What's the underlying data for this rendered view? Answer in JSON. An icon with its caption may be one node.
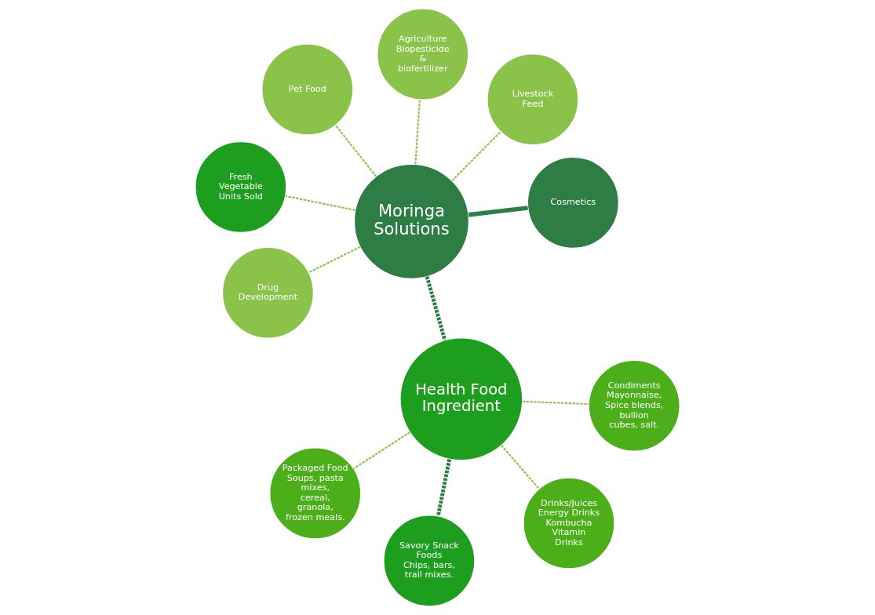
{
  "diagram": {
    "nodes": [
      {
        "text": [
          "Moringa Solutions"
        ]
      },
      {
        "text": [
          "Cosmetics"
        ]
      },
      {
        "text": [
          "Drug Development"
        ]
      },
      {
        "text": [
          "Pet Food"
        ]
      },
      {
        "text": [
          "Livestock Feed"
        ]
      },
      {
        "text": [
          "Agriculture",
          "Biopesticide & biofertilizer"
        ]
      },
      {
        "text": [
          "Fresh Vegetable",
          "Units Sold"
        ]
      },
      {
        "text": [
          "Health Food Ingredient"
        ]
      },
      {
        "text": [
          "Savory Snack Foods",
          "Chips, bars, trail mixes."
        ]
      },
      {
        "text": [
          "Condiments",
          "Mayonnaise, Spice blends, bullion cubes, salt."
        ]
      },
      {
        "text": [
          "Drinks/Juices",
          "Energy Drinks",
          "Kombucha",
          "Vitamin Drinks"
        ]
      },
      {
        "text": [
          "Packaged Food",
          "Soups, pasta mixes, cereal, granola, frozen meals."
        ]
      }
    ],
    "edges": [
      {
        "from": 0,
        "to": 1,
        "arrow": "none",
        "style": "thick",
        "color": "#2e7d45"
      },
      {
        "from": 0,
        "to": 2,
        "arrow": "none",
        "style": "dashed"
      },
      {
        "from": 0,
        "to": 3,
        "arrow": "none",
        "style": "dashed"
      },
      {
        "from": 0,
        "to": 4,
        "arrow": "none",
        "style": "dashed"
      },
      {
        "from": 0,
        "to": 5,
        "arrow": "none",
        "style": "dashed"
      },
      {
        "from": 0,
        "to": 6,
        "arrow": "none",
        "style": "dashed"
      },
      {
        "from": 0,
        "to": 7,
        "arrow": "none",
        "style": "dashed",
        "color": "#2e7d45"
      },
      {
        "from": 7,
        "to": 8,
        "arrow": "none",
        "style": "dashed",
        "color": "#2e7d45"
      },
      {
        "from": 7,
        "to": 9,
        "arrow": "none",
        "style": "dashed"
      },
      {
        "from": 7,
        "to": 10,
        "arrow": "none",
        "style": "dashed"
      },
      {
        "from": 7,
        "to": 11,
        "arrow": "none",
        "style": "dashed"
      }
    ]
  }
}
